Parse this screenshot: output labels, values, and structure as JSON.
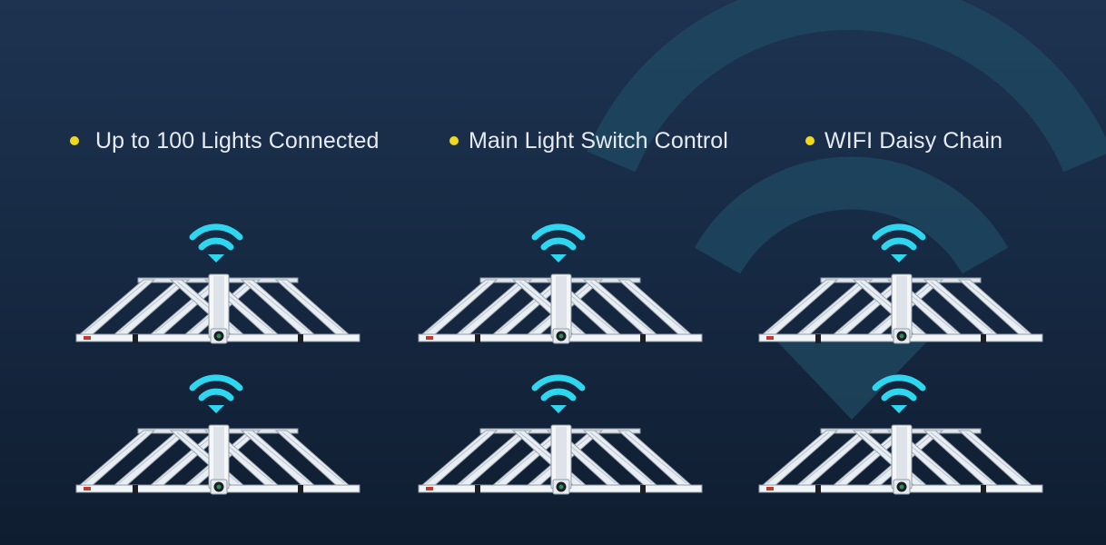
{
  "features": [
    {
      "label": "Up to 100 Lights Connected"
    },
    {
      "label": "Main Light Switch Control"
    },
    {
      "label": "WIFI Daisy Chain"
    }
  ],
  "colors": {
    "background_top": "#1d3350",
    "background_bottom": "#0f1d30",
    "bullet": "#f0d81e",
    "wifi_signal": "#2fd6ef",
    "background_wifi": "#1f4a62"
  },
  "icons": {
    "signal": "wifi-icon",
    "fixture": "led-grow-light-bar",
    "background": "wifi-icon"
  },
  "lights": {
    "rows": 2,
    "columns": 3,
    "count": 6
  }
}
